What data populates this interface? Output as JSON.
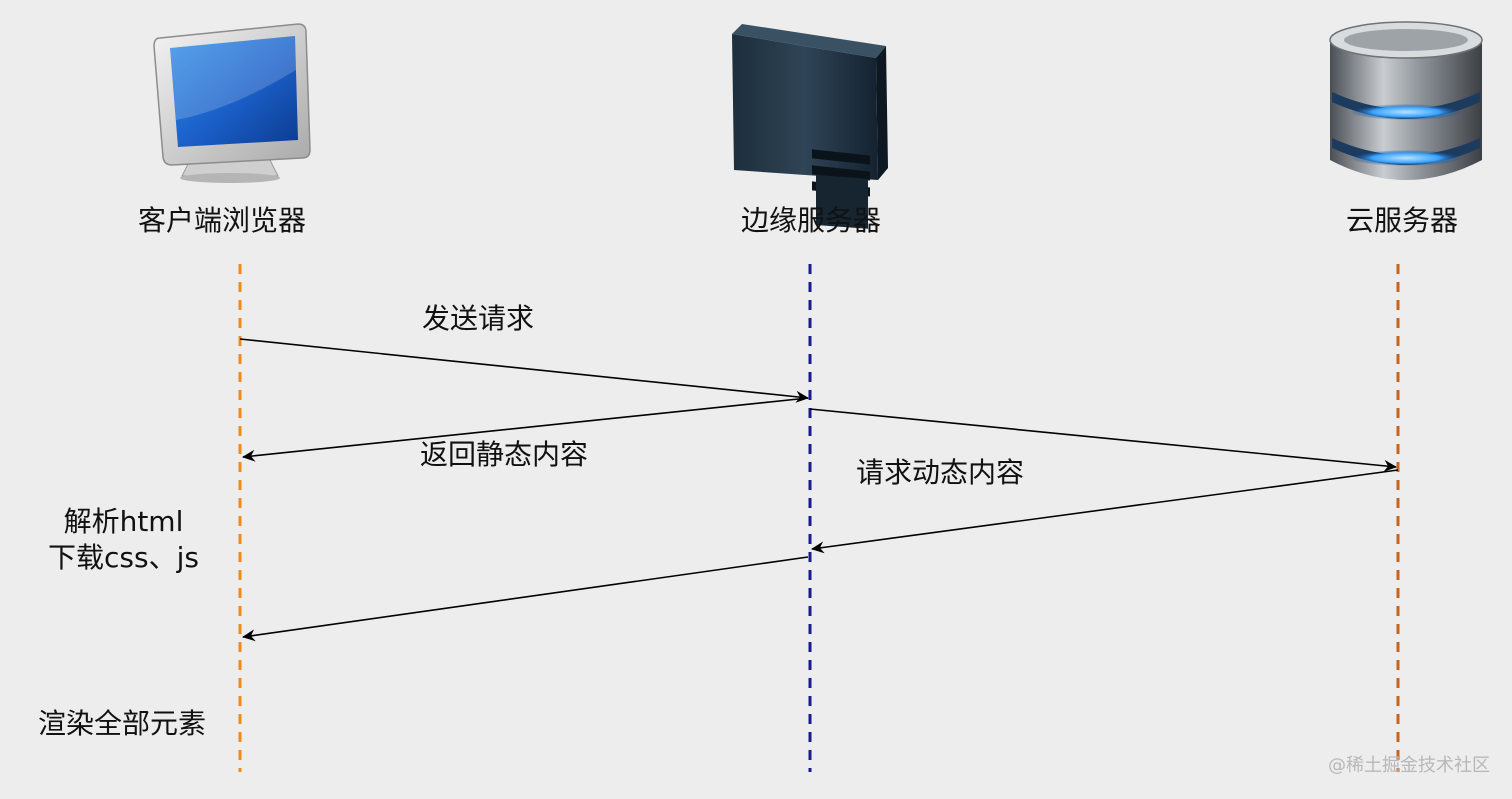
{
  "actors": {
    "client": {
      "label": "客户端浏览器",
      "icon": "desktop-monitor-icon",
      "lifeline_color": "#f08a1c"
    },
    "edge": {
      "label": "边缘服务器",
      "icon": "server-tower-icon",
      "lifeline_color": "#1a1a8c"
    },
    "cloud": {
      "label": "云服务器",
      "icon": "database-icon",
      "lifeline_color": "#c8641e"
    }
  },
  "messages": {
    "send_request": "发送请求",
    "return_static": "返回静态内容",
    "request_dynamic": "请求动态内容"
  },
  "notes": {
    "parse_line1": "解析html",
    "parse_line2": "下载css、js",
    "render": "渲染全部元素"
  },
  "watermark": "@稀土掘金技术社区"
}
